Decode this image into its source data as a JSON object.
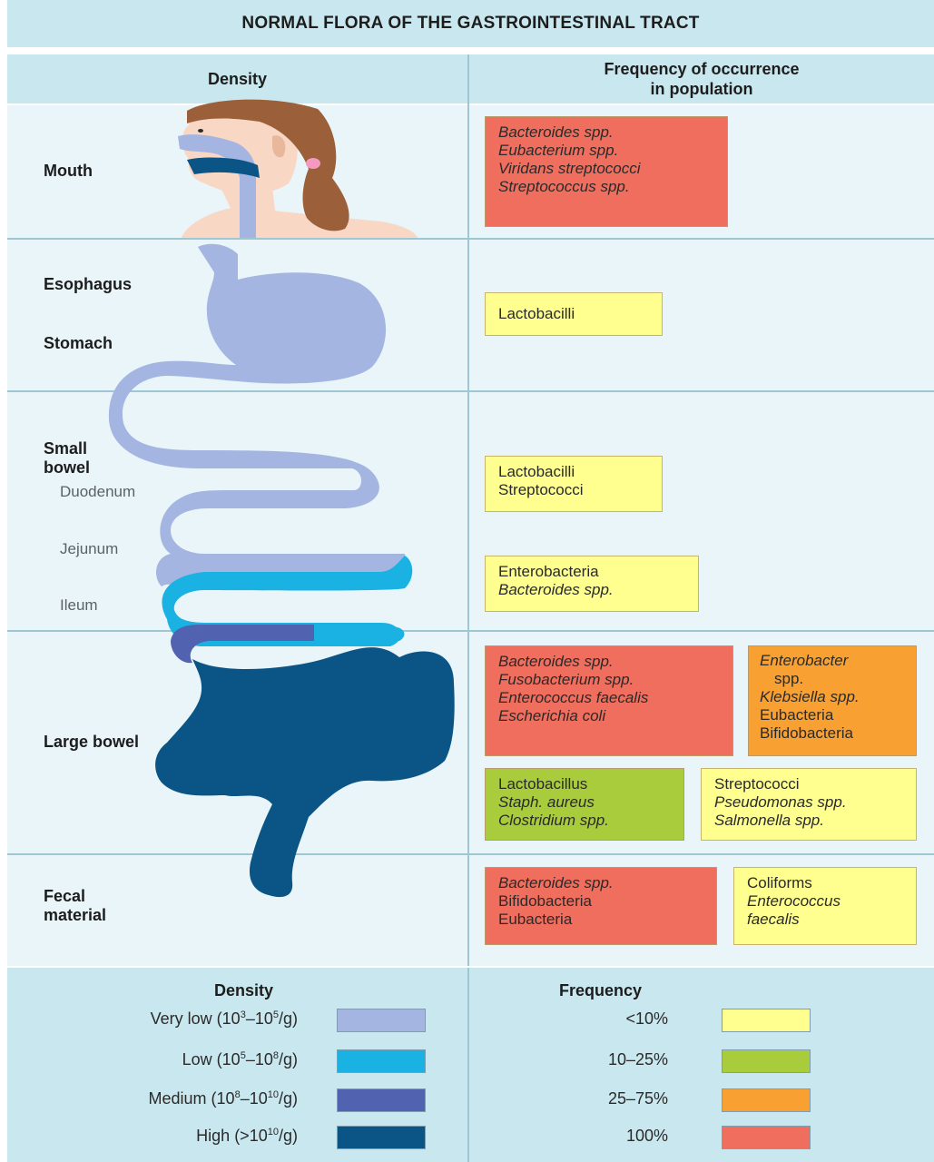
{
  "title": "NORMAL FLORA OF THE GASTROINTESTINAL TRACT",
  "headers": {
    "left": "Density",
    "right_line1": "Frequency of occurrence",
    "right_line2": "in population"
  },
  "regions": {
    "mouth": "Mouth",
    "esophagus": "Esophagus",
    "stomach": "Stomach",
    "small_bowel_line1": "Small",
    "small_bowel_line2": "bowel",
    "duodenum": "Duodenum",
    "jejunum": "Jejunum",
    "ileum": "Ileum",
    "large_bowel": "Large bowel",
    "fecal_line1": "Fecal",
    "fecal_line2": "material"
  },
  "boxes": {
    "mouth": [
      "Bacteroides spp.",
      "Eubacterium spp.",
      "Viridans streptococci",
      "Streptococcus spp."
    ],
    "stomach": [
      "Lactobacilli"
    ],
    "duodenum": [
      "Lactobacilli",
      "Streptococci"
    ],
    "ileum": [
      "Enterobacteria",
      "Bacteroides spp."
    ],
    "large_red": [
      "Bacteroides spp.",
      "Fusobacterium spp.",
      "Enterococcus faecalis",
      "Escherichia coli"
    ],
    "large_orange": [
      "Enterobacter",
      "spp.",
      "Klebsiella spp.",
      "Eubacteria",
      "Bifidobacteria"
    ],
    "large_green": [
      "Lactobacillus",
      "Staph. aureus",
      "Clostridium spp."
    ],
    "large_yellow": [
      "Streptococci",
      "Pseudomonas spp.",
      "Salmonella spp."
    ],
    "fecal_red": [
      "Bacteroides spp.",
      "Bifidobacteria",
      "Eubacteria"
    ],
    "fecal_yellow": [
      "Coliforms",
      "Enterococcus",
      "faecalis"
    ]
  },
  "legend": {
    "density_title": "Density",
    "frequency_title": "Frequency",
    "density": [
      {
        "pre": "Very low (10",
        "e1": "3",
        "mid": "–10",
        "e2": "5",
        "post": "/g)",
        "color": "#a3b5e0"
      },
      {
        "pre": "Low (10",
        "e1": "5",
        "mid": "–10",
        "e2": "8",
        "post": "/g)",
        "color": "#19b2e3"
      },
      {
        "pre": "Medium (10",
        "e1": "8",
        "mid": "–10",
        "e2": "10",
        "post": "/g)",
        "color": "#5163b0"
      },
      {
        "pre": "High (>10",
        "e1": "10",
        "mid": "",
        "e2": "",
        "post": "/g)",
        "color": "#0a5585"
      }
    ],
    "frequency": [
      {
        "label": "<10%",
        "color": "#ffff8f"
      },
      {
        "label": "10–25%",
        "color": "#a9cc3c"
      },
      {
        "label": "25–75%",
        "color": "#f8a132"
      },
      {
        "label": "100%",
        "color": "#ef6e5e"
      }
    ]
  },
  "colors": {
    "header_bg": "#c9e7ef",
    "panel_bg": "#e9f5f9",
    "very_low": "#a3b5e0",
    "low": "#19b2e3",
    "medium": "#5163b0",
    "high": "#0a5585",
    "skin": "#f8d7c4",
    "hair": "#9b5f3a"
  }
}
